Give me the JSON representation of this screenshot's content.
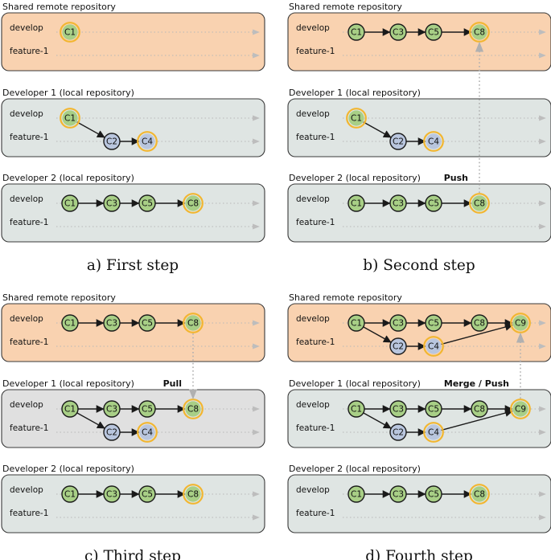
{
  "colors": {
    "remote_fill": "#f9d2b0",
    "local_fill": "#dfe5e3",
    "local_active_fill": "#e0e0e0",
    "box_stroke": "#3a3a3a",
    "develop_commit": "#a8cf86",
    "feature_commit": "#b9c6de",
    "highlight_ring": "#f2b630",
    "commit_stroke": "#1a1a1a",
    "lane_dots": "#b8b8b8",
    "sync_dots": "#b0b0b0"
  },
  "panels": [
    {
      "caption": "a) First step",
      "sections": [
        {
          "title": "Shared remote repository",
          "kind": "remote",
          "branches": [
            "develop",
            "feature-1"
          ],
          "commits": [
            {
              "id": "C1",
              "lane": 0,
              "slot": 0,
              "type": "develop",
              "ring": true
            }
          ],
          "edges": []
        },
        {
          "title": "Developer 1 (local repository)",
          "kind": "local",
          "branches": [
            "develop",
            "feature-1"
          ],
          "commits": [
            {
              "id": "C1",
              "lane": 0,
              "slot": 0,
              "type": "develop",
              "ring": true
            },
            {
              "id": "C2",
              "lane": 1,
              "slot": 1,
              "type": "feature",
              "ring": false
            },
            {
              "id": "C4",
              "lane": 1,
              "slot": 2,
              "type": "feature",
              "ring": true
            }
          ],
          "edges": [
            [
              "C1",
              "C2"
            ],
            [
              "C2",
              "C4"
            ]
          ]
        },
        {
          "title": "Developer 2 (local repository)",
          "kind": "local",
          "branches": [
            "develop",
            "feature-1"
          ],
          "commits": [
            {
              "id": "C1",
              "lane": 0,
              "slot": 0,
              "type": "develop",
              "ring": false
            },
            {
              "id": "C3",
              "lane": 0,
              "slot": 1,
              "type": "develop",
              "ring": false
            },
            {
              "id": "C5",
              "lane": 0,
              "slot": 2,
              "type": "develop",
              "ring": false
            },
            {
              "id": "C8",
              "lane": 0,
              "slot": 3,
              "type": "develop",
              "ring": true
            }
          ],
          "edges": [
            [
              "C1",
              "C3"
            ],
            [
              "C3",
              "C5"
            ],
            [
              "C5",
              "C8"
            ]
          ]
        }
      ]
    },
    {
      "caption": "b) Second step",
      "action": {
        "label": "Push",
        "from_section": 2,
        "to_section": 0,
        "commit": "C8"
      },
      "sections": [
        {
          "title": "Shared remote repository",
          "kind": "remote",
          "branches": [
            "develop",
            "feature-1"
          ],
          "commits": [
            {
              "id": "C1",
              "lane": 0,
              "slot": 0,
              "type": "develop",
              "ring": false
            },
            {
              "id": "C3",
              "lane": 0,
              "slot": 1,
              "type": "develop",
              "ring": false
            },
            {
              "id": "C5",
              "lane": 0,
              "slot": 2,
              "type": "develop",
              "ring": false
            },
            {
              "id": "C8",
              "lane": 0,
              "slot": 3,
              "type": "develop",
              "ring": true
            }
          ],
          "edges": [
            [
              "C1",
              "C3"
            ],
            [
              "C3",
              "C5"
            ],
            [
              "C5",
              "C8"
            ]
          ]
        },
        {
          "title": "Developer 1 (local repository)",
          "kind": "local",
          "branches": [
            "develop",
            "feature-1"
          ],
          "commits": [
            {
              "id": "C1",
              "lane": 0,
              "slot": 0,
              "type": "develop",
              "ring": true
            },
            {
              "id": "C2",
              "lane": 1,
              "slot": 1,
              "type": "feature",
              "ring": false
            },
            {
              "id": "C4",
              "lane": 1,
              "slot": 2,
              "type": "feature",
              "ring": true
            }
          ],
          "edges": [
            [
              "C1",
              "C2"
            ],
            [
              "C2",
              "C4"
            ]
          ]
        },
        {
          "title": "Developer 2 (local repository)",
          "kind": "local",
          "branches": [
            "develop",
            "feature-1"
          ],
          "commits": [
            {
              "id": "C1",
              "lane": 0,
              "slot": 0,
              "type": "develop",
              "ring": false
            },
            {
              "id": "C3",
              "lane": 0,
              "slot": 1,
              "type": "develop",
              "ring": false
            },
            {
              "id": "C5",
              "lane": 0,
              "slot": 2,
              "type": "develop",
              "ring": false
            },
            {
              "id": "C8",
              "lane": 0,
              "slot": 3,
              "type": "develop",
              "ring": true
            }
          ],
          "edges": [
            [
              "C1",
              "C3"
            ],
            [
              "C3",
              "C5"
            ],
            [
              "C5",
              "C8"
            ]
          ]
        }
      ]
    },
    {
      "caption": "c) Third step",
      "action": {
        "label": "Pull",
        "from_section": 0,
        "to_section": 1,
        "commit": "C8"
      },
      "sections": [
        {
          "title": "Shared remote repository",
          "kind": "remote",
          "branches": [
            "develop",
            "feature-1"
          ],
          "commits": [
            {
              "id": "C1",
              "lane": 0,
              "slot": 0,
              "type": "develop",
              "ring": false
            },
            {
              "id": "C3",
              "lane": 0,
              "slot": 1,
              "type": "develop",
              "ring": false
            },
            {
              "id": "C5",
              "lane": 0,
              "slot": 2,
              "type": "develop",
              "ring": false
            },
            {
              "id": "C8",
              "lane": 0,
              "slot": 3,
              "type": "develop",
              "ring": true
            }
          ],
          "edges": [
            [
              "C1",
              "C3"
            ],
            [
              "C3",
              "C5"
            ],
            [
              "C5",
              "C8"
            ]
          ]
        },
        {
          "title": "Developer 1 (local repository)",
          "kind": "local_active",
          "branches": [
            "develop",
            "feature-1"
          ],
          "commits": [
            {
              "id": "C1",
              "lane": 0,
              "slot": 0,
              "type": "develop",
              "ring": false
            },
            {
              "id": "C3",
              "lane": 0,
              "slot": 1,
              "type": "develop",
              "ring": false
            },
            {
              "id": "C5",
              "lane": 0,
              "slot": 2,
              "type": "develop",
              "ring": false
            },
            {
              "id": "C8",
              "lane": 0,
              "slot": 3,
              "type": "develop",
              "ring": true
            },
            {
              "id": "C2",
              "lane": 1,
              "slot": 1,
              "type": "feature",
              "ring": false
            },
            {
              "id": "C4",
              "lane": 1,
              "slot": 2,
              "type": "feature",
              "ring": true
            }
          ],
          "edges": [
            [
              "C1",
              "C3"
            ],
            [
              "C3",
              "C5"
            ],
            [
              "C5",
              "C8"
            ],
            [
              "C1",
              "C2"
            ],
            [
              "C2",
              "C4"
            ]
          ]
        },
        {
          "title": "Developer 2 (local repository)",
          "kind": "local",
          "branches": [
            "develop",
            "feature-1"
          ],
          "commits": [
            {
              "id": "C1",
              "lane": 0,
              "slot": 0,
              "type": "develop",
              "ring": false
            },
            {
              "id": "C3",
              "lane": 0,
              "slot": 1,
              "type": "develop",
              "ring": false
            },
            {
              "id": "C5",
              "lane": 0,
              "slot": 2,
              "type": "develop",
              "ring": false
            },
            {
              "id": "C8",
              "lane": 0,
              "slot": 3,
              "type": "develop",
              "ring": true
            }
          ],
          "edges": [
            [
              "C1",
              "C3"
            ],
            [
              "C3",
              "C5"
            ],
            [
              "C5",
              "C8"
            ]
          ]
        }
      ]
    },
    {
      "caption": "d) Fourth step",
      "action": {
        "label": "Merge / Push",
        "from_section": 1,
        "to_section": 0,
        "commit": "C9"
      },
      "sections": [
        {
          "title": "Shared remote repository",
          "kind": "remote",
          "branches": [
            "develop",
            "feature-1"
          ],
          "commits": [
            {
              "id": "C1",
              "lane": 0,
              "slot": 0,
              "type": "develop",
              "ring": false
            },
            {
              "id": "C3",
              "lane": 0,
              "slot": 1,
              "type": "develop",
              "ring": false
            },
            {
              "id": "C5",
              "lane": 0,
              "slot": 2,
              "type": "develop",
              "ring": false
            },
            {
              "id": "C8",
              "lane": 0,
              "slot": 3,
              "type": "develop",
              "ring": false
            },
            {
              "id": "C9",
              "lane": 0,
              "slot": 4,
              "type": "develop",
              "ring": true
            },
            {
              "id": "C2",
              "lane": 1,
              "slot": 1,
              "type": "feature",
              "ring": false
            },
            {
              "id": "C4",
              "lane": 1,
              "slot": 2,
              "type": "feature",
              "ring": true
            }
          ],
          "edges": [
            [
              "C1",
              "C3"
            ],
            [
              "C3",
              "C5"
            ],
            [
              "C5",
              "C8"
            ],
            [
              "C8",
              "C9"
            ],
            [
              "C1",
              "C2"
            ],
            [
              "C2",
              "C4"
            ],
            [
              "C4",
              "C9"
            ]
          ]
        },
        {
          "title": "Developer 1 (local repository)",
          "kind": "local",
          "branches": [
            "develop",
            "feature-1"
          ],
          "commits": [
            {
              "id": "C1",
              "lane": 0,
              "slot": 0,
              "type": "develop",
              "ring": false
            },
            {
              "id": "C3",
              "lane": 0,
              "slot": 1,
              "type": "develop",
              "ring": false
            },
            {
              "id": "C5",
              "lane": 0,
              "slot": 2,
              "type": "develop",
              "ring": false
            },
            {
              "id": "C8",
              "lane": 0,
              "slot": 3,
              "type": "develop",
              "ring": false
            },
            {
              "id": "C9",
              "lane": 0,
              "slot": 4,
              "type": "develop",
              "ring": true
            },
            {
              "id": "C2",
              "lane": 1,
              "slot": 1,
              "type": "feature",
              "ring": false
            },
            {
              "id": "C4",
              "lane": 1,
              "slot": 2,
              "type": "feature",
              "ring": true
            }
          ],
          "edges": [
            [
              "C1",
              "C3"
            ],
            [
              "C3",
              "C5"
            ],
            [
              "C5",
              "C8"
            ],
            [
              "C8",
              "C9"
            ],
            [
              "C1",
              "C2"
            ],
            [
              "C2",
              "C4"
            ],
            [
              "C4",
              "C9"
            ]
          ]
        },
        {
          "title": "Developer 2 (local repository)",
          "kind": "local",
          "branches": [
            "develop",
            "feature-1"
          ],
          "commits": [
            {
              "id": "C1",
              "lane": 0,
              "slot": 0,
              "type": "develop",
              "ring": false
            },
            {
              "id": "C3",
              "lane": 0,
              "slot": 1,
              "type": "develop",
              "ring": false
            },
            {
              "id": "C5",
              "lane": 0,
              "slot": 2,
              "type": "develop",
              "ring": false
            },
            {
              "id": "C8",
              "lane": 0,
              "slot": 3,
              "type": "develop",
              "ring": true
            }
          ],
          "edges": [
            [
              "C1",
              "C3"
            ],
            [
              "C3",
              "C5"
            ],
            [
              "C5",
              "C8"
            ]
          ]
        }
      ]
    }
  ]
}
